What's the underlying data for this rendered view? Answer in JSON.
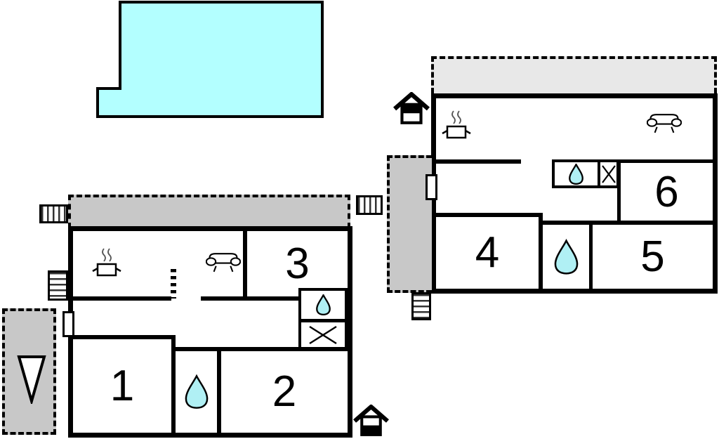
{
  "colors": {
    "background": "#ffffff",
    "wall": "#000000",
    "pool_fill": "#b3ffff",
    "water_drop_fill": "#b0f0f4",
    "patio_gray": "#c8c8c8",
    "terrace_light_gray": "#e8e8e8"
  },
  "left_unit": {
    "rooms": [
      {
        "label": "1"
      },
      {
        "label": "2"
      },
      {
        "label": "3"
      }
    ]
  },
  "right_unit": {
    "rooms": [
      {
        "label": "4"
      },
      {
        "label": "5"
      },
      {
        "label": "6"
      }
    ]
  }
}
